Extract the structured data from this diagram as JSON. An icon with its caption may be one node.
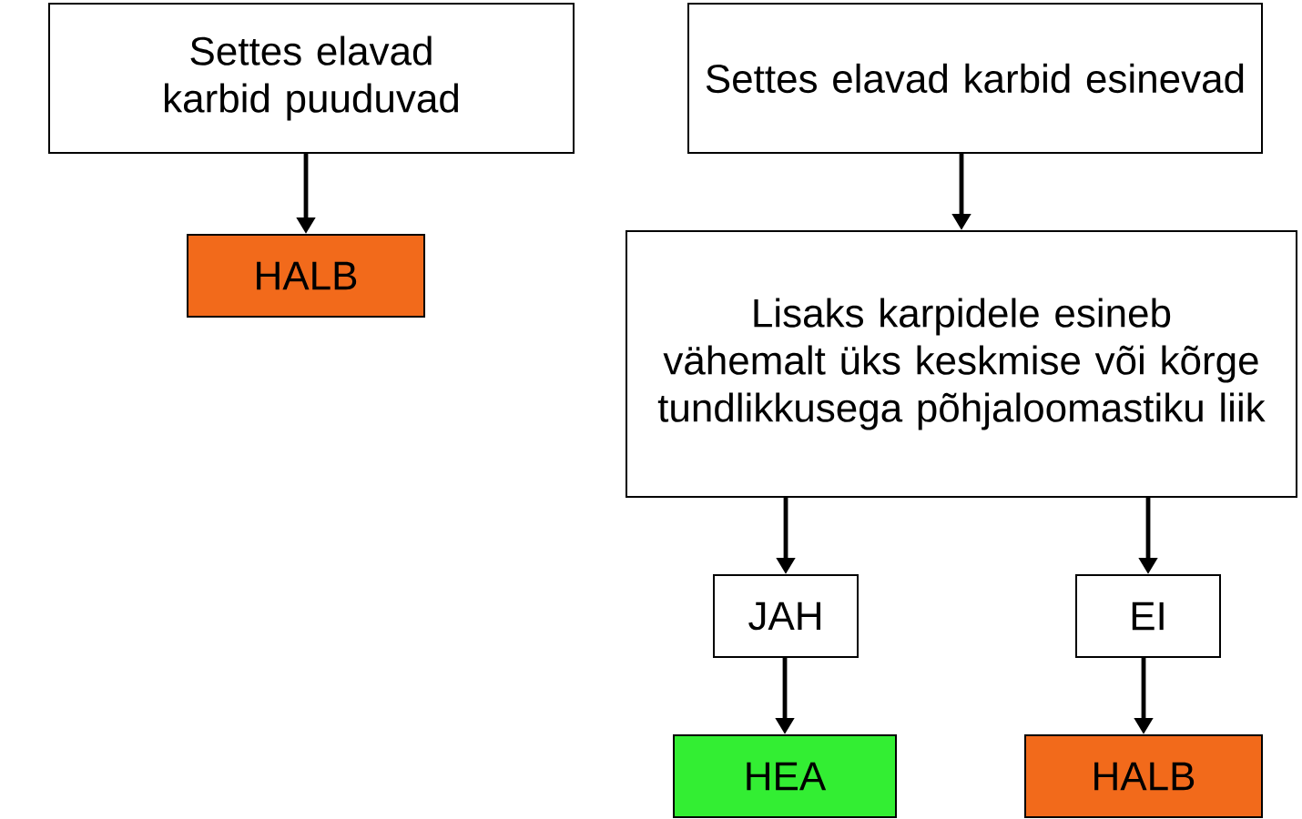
{
  "diagram": {
    "nodes": [
      {
        "text": [
          "Settes elavad karbid puuduvad"
        ]
      },
      {
        "text": [
          "HALB"
        ]
      },
      {
        "text": [
          "Settes elavad karbid esinevad"
        ]
      },
      {
        "text": [
          "Lisaks karpidele esineb vähemalt üks keskmise või kõrge tundlikkusega põhjaloomastiku liik"
        ]
      },
      {
        "text": [
          "JAH"
        ]
      },
      {
        "text": [
          "EI"
        ]
      },
      {
        "text": [
          "HEA"
        ]
      },
      {
        "text": [
          "HALB"
        ]
      }
    ],
    "edges": [
      {
        "from": 0,
        "to": 1,
        "arrow": "to"
      },
      {
        "from": 2,
        "to": 3,
        "arrow": "to"
      },
      {
        "from": 3,
        "to": 4,
        "arrow": "to"
      },
      {
        "from": 3,
        "to": 5,
        "arrow": "to"
      },
      {
        "from": 4,
        "to": 6,
        "arrow": "to"
      },
      {
        "from": 5,
        "to": 7,
        "arrow": "to"
      }
    ]
  }
}
